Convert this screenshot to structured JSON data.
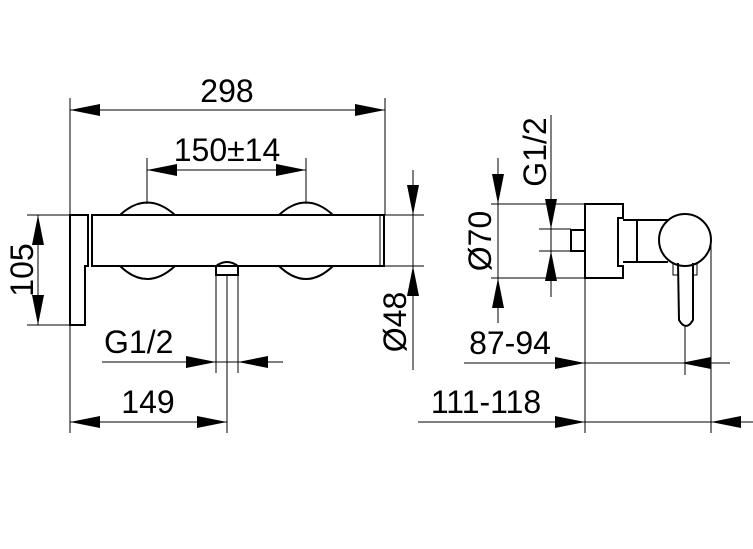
{
  "dimensions": {
    "overall_length": "298",
    "handle_spacing": "150±14",
    "plate_height": "105",
    "outlet_thread": "G1/2",
    "outlet_offset": "149",
    "body_diameter": "Ø48",
    "side_thread": "G1/2",
    "plate_diameter": "Ø70",
    "projection_lever": "87-94",
    "projection_total": "111-118"
  },
  "colors": {
    "line": "#000000",
    "background": "#ffffff"
  }
}
